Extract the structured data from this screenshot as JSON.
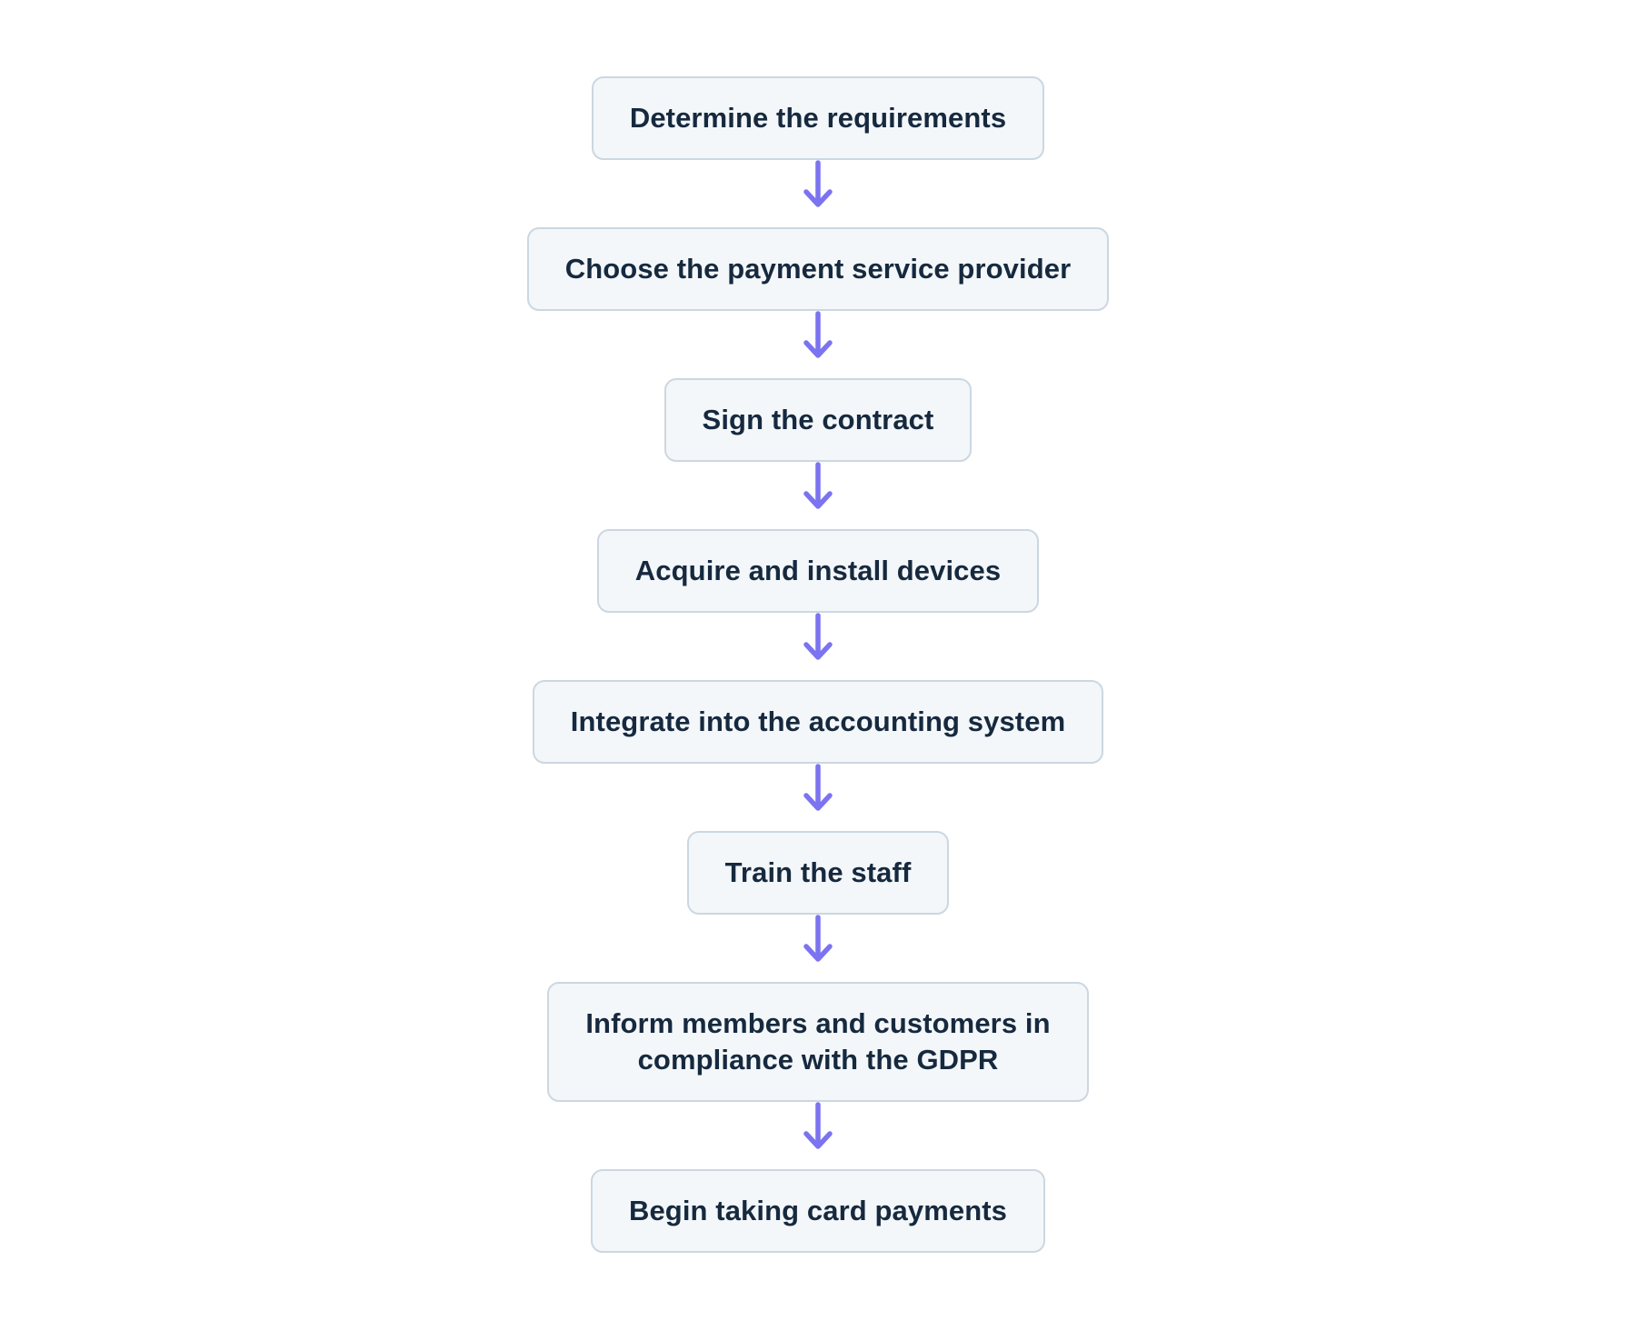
{
  "page": {
    "background": "#ffffff"
  },
  "colors": {
    "node_fill": "#f3f7fa",
    "node_border": "#ccd7e1",
    "node_text": "#16293e",
    "arrow": "#7c73f1"
  },
  "flowchart": {
    "type": "vertical-process-flow",
    "direction": "top-down",
    "connector_icon": "arrow-down",
    "nodes": [
      {
        "id": 1,
        "lines": [
          "Determine the requirements"
        ]
      },
      {
        "id": 2,
        "lines": [
          "Choose the payment service provider"
        ]
      },
      {
        "id": 3,
        "lines": [
          "Sign the contract"
        ]
      },
      {
        "id": 4,
        "lines": [
          "Acquire and install devices"
        ]
      },
      {
        "id": 5,
        "lines": [
          "Integrate into the accounting system"
        ]
      },
      {
        "id": 6,
        "lines": [
          "Train the staff"
        ]
      },
      {
        "id": 7,
        "lines": [
          "Inform members and customers in",
          "compliance with the GDPR"
        ]
      },
      {
        "id": 8,
        "lines": [
          "Begin taking card payments"
        ]
      }
    ]
  }
}
